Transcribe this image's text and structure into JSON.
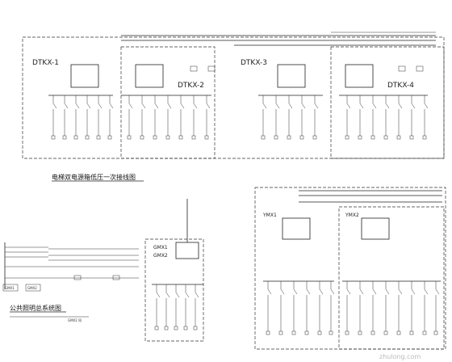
{
  "diagrams": {
    "elevator": {
      "caption": "电梯双电源箱低压一次接线图",
      "boxes": [
        "DTKX-1",
        "DTKX-2",
        "DTKX-3",
        "DTKX-4"
      ]
    },
    "lighting": {
      "caption": "公共照明总系统图",
      "boxes": [
        "GMX1",
        "GMX2"
      ],
      "panel_labels": [
        "GMX1",
        "GMX2"
      ],
      "legend": "GMX2 同"
    },
    "ymx": {
      "boxes": [
        "YMX1",
        "YMX2"
      ]
    }
  },
  "watermark": "zhulong.com"
}
